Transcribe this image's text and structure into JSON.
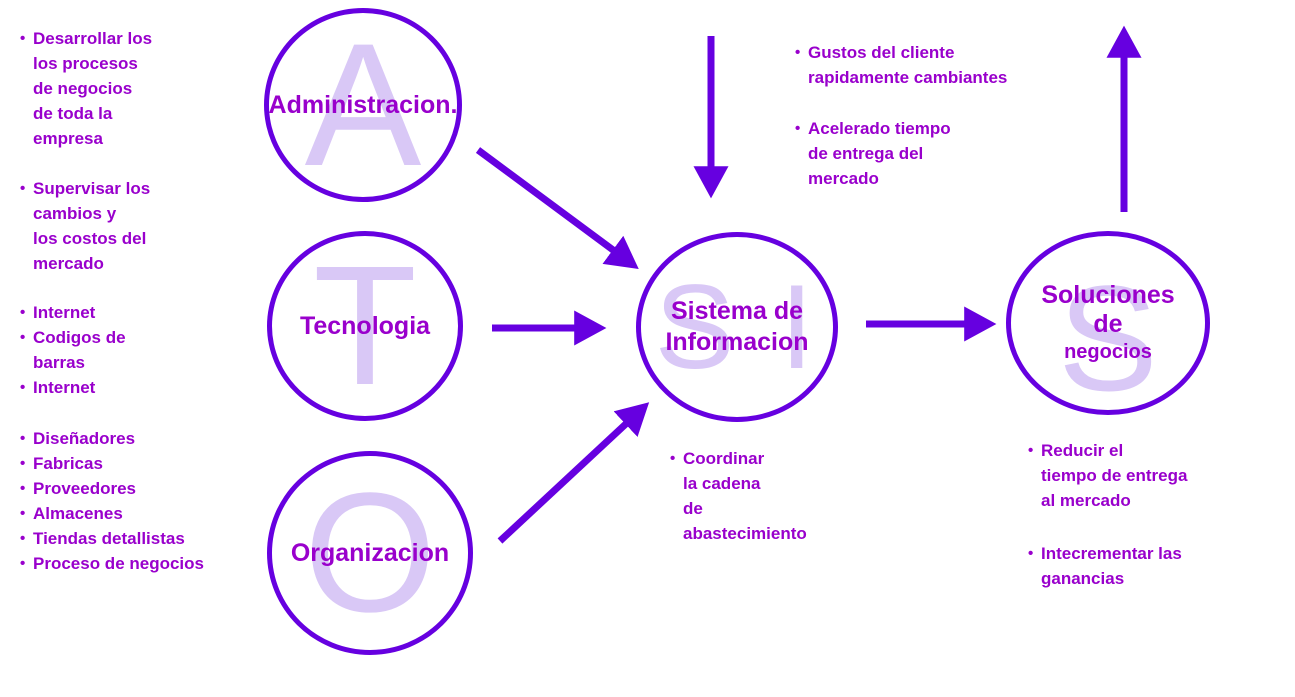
{
  "colors": {
    "shape": "#6600e0",
    "text": "#9900cc",
    "ghost": "#d9c8f6"
  },
  "nodes": {
    "administracion": {
      "ghost": "A",
      "label": "Administracion."
    },
    "tecnologia": {
      "ghost": "T",
      "label": "Tecnologia"
    },
    "organizacion": {
      "ghost": "O",
      "label": "Organizacion"
    },
    "sistema": {
      "ghost": "S I",
      "label": "Sistema de\nInformacion"
    },
    "soluciones": {
      "ghost": "S",
      "label_top": "Soluciones\nde",
      "label_bottom": "negocios"
    }
  },
  "left_column": {
    "groups": [
      {
        "items": [
          "Desarrollar los\nlos procesos\nde negocios\nde toda la\nempresa"
        ]
      },
      {
        "items": [
          "Supervisar los\ncambios y\nlos costos del\nmercado"
        ]
      },
      {
        "items": [
          "Internet",
          "Codigos de\nbarras",
          "Internet"
        ]
      },
      {
        "items": [
          "Diseñadores",
          "Fabricas",
          "Proveedores",
          "Almacenes",
          "Tiendas detallistas",
          "Proceso de negocios"
        ]
      }
    ]
  },
  "annotations": {
    "top": {
      "items": [
        "Gustos del cliente\nrapidamente cambiantes",
        "Acelerado tiempo\nde entrega del\nmercado"
      ]
    },
    "below_sistema": {
      "items": [
        "Coordinar\nla cadena\nde\nabastecimiento"
      ]
    },
    "right": {
      "items": [
        "Reducir el\ntiempo de entrega\nal mercado",
        "Intecrementar las\nganancias"
      ]
    }
  }
}
